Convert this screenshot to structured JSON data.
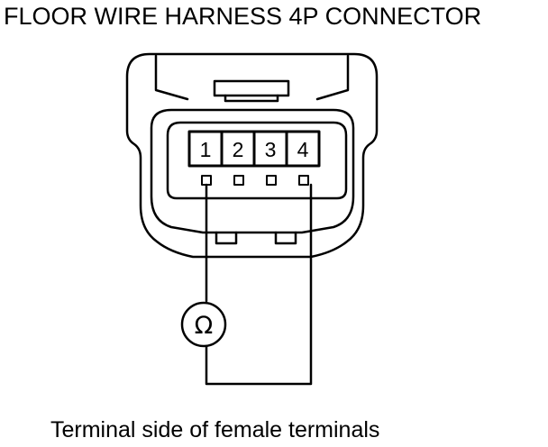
{
  "title": "FLOOR WIRE HARNESS 4P CONNECTOR",
  "caption": "Terminal side of female terminals",
  "connector": {
    "pins": [
      "1",
      "2",
      "3",
      "4"
    ],
    "meter_symbol": "Ω"
  },
  "colors": {
    "ink": "#000000",
    "background": "#ffffff"
  }
}
